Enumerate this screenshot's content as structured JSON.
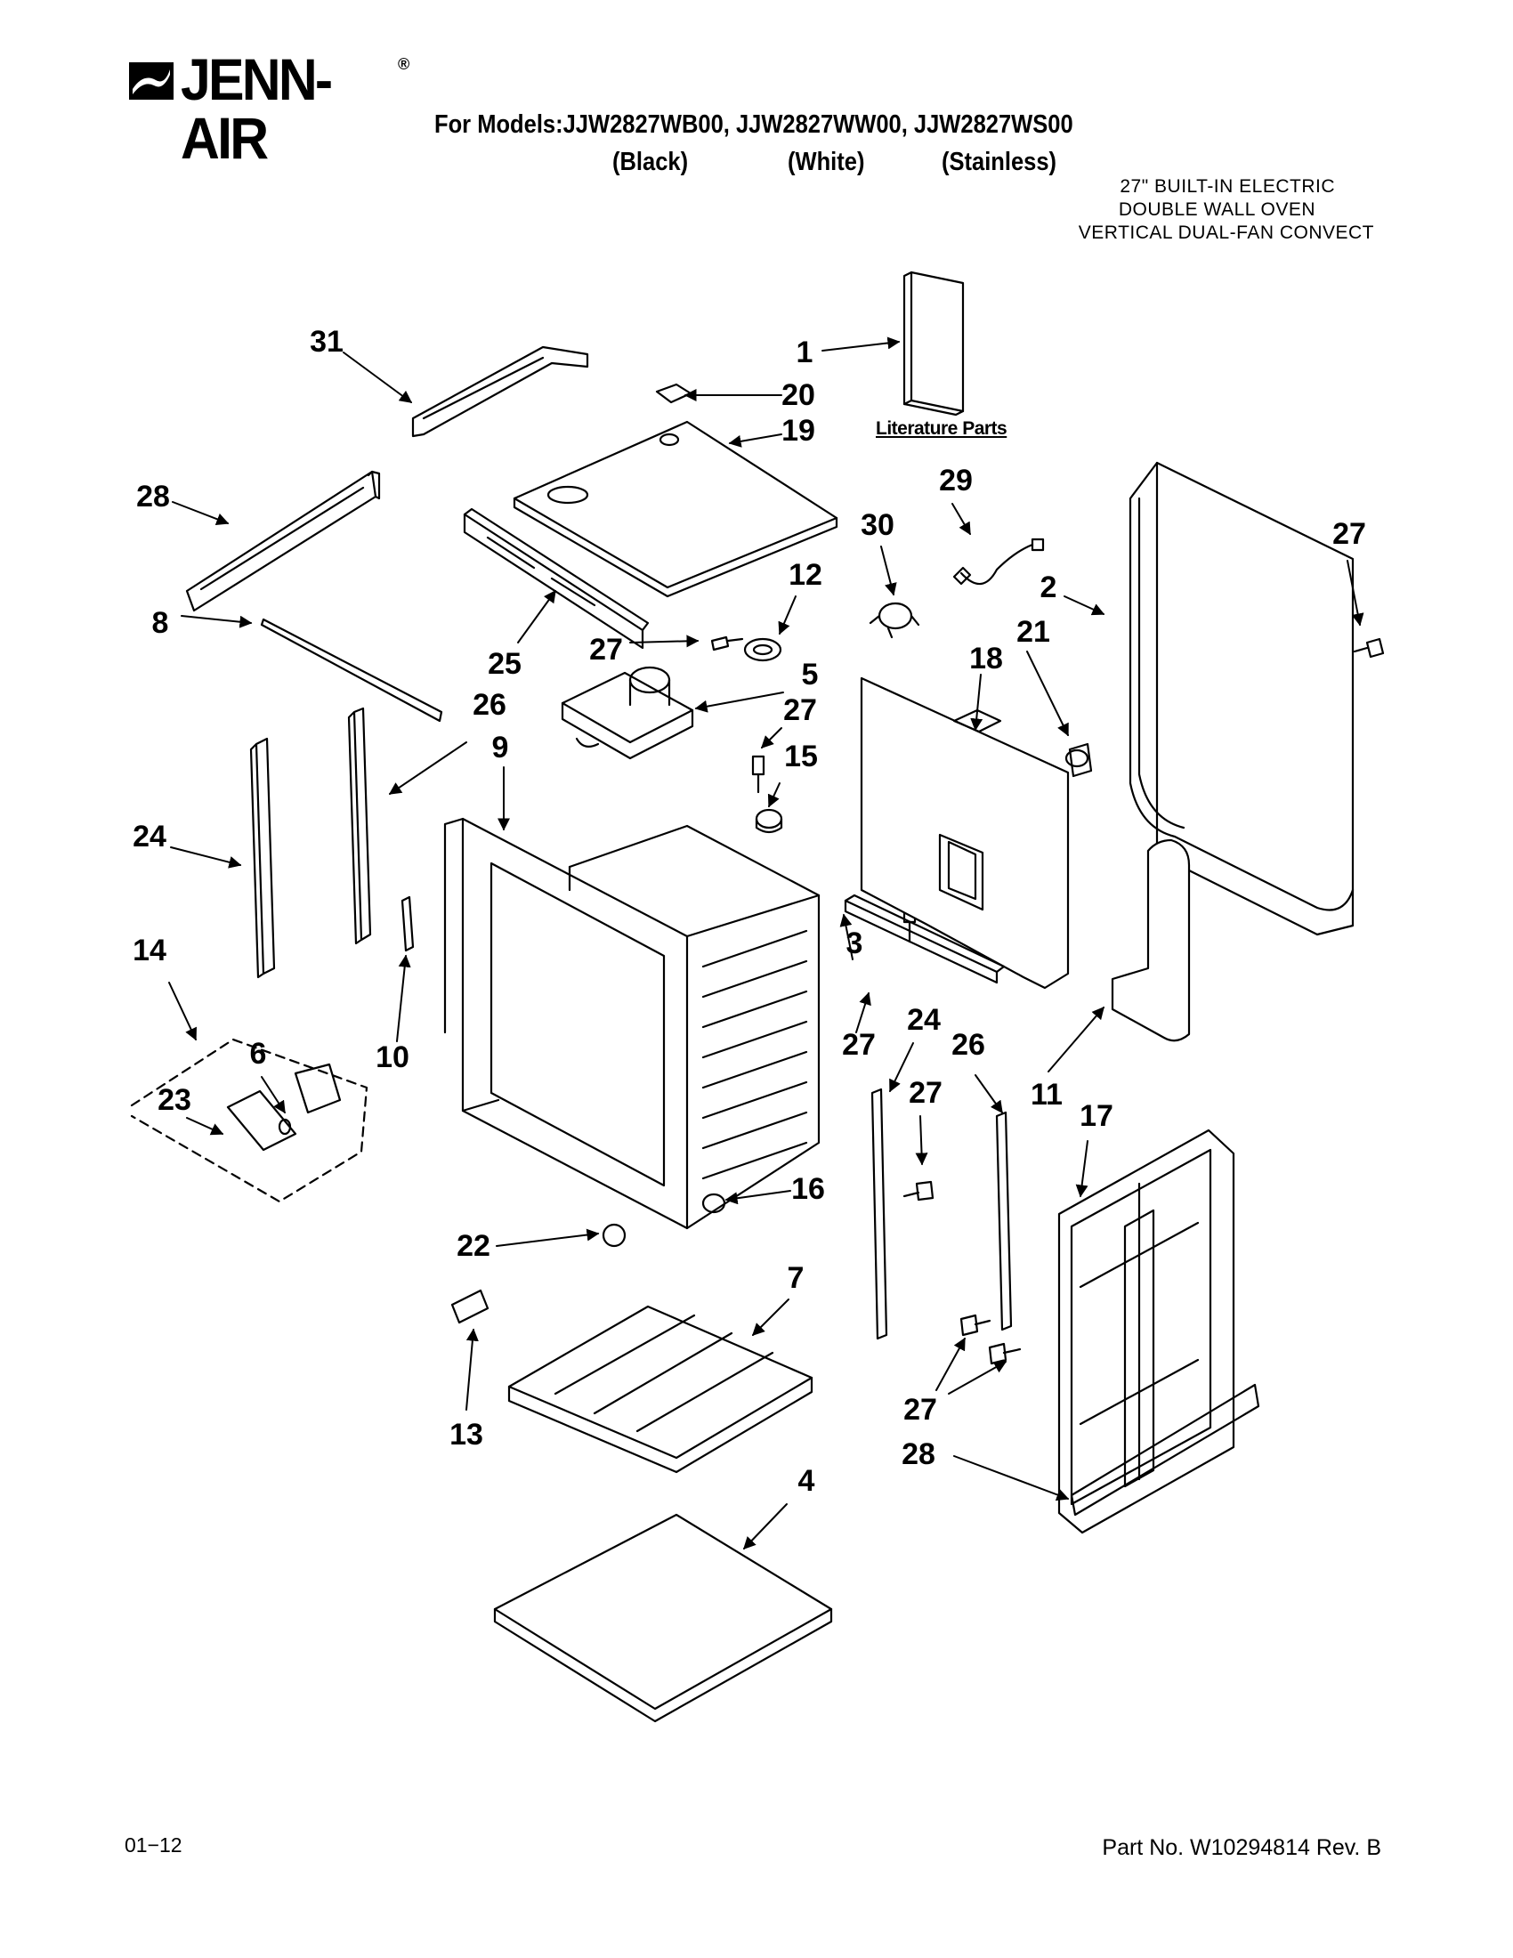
{
  "brand": {
    "name": "JENN-AIR",
    "registered_mark": "®"
  },
  "header": {
    "models": "For Models:JJW2827WB00, JJW2827WW00, JJW2827WS00",
    "colors": [
      "(Black)",
      "(White)",
      "(Stainless)"
    ],
    "description_lines": [
      "27\" BUILT-IN ELECTRIC",
      "DOUBLE WALL OVEN",
      "VERTICAL DUAL-FAN CONVECT"
    ]
  },
  "literature_label": "Literature Parts",
  "callouts": [
    "1",
    "2",
    "3",
    "4",
    "5",
    "6",
    "7",
    "8",
    "9",
    "10",
    "11",
    "12",
    "13",
    "14",
    "15",
    "16",
    "17",
    "18",
    "19",
    "20",
    "21",
    "22",
    "23",
    "24",
    "25",
    "26",
    "27",
    "28",
    "29",
    "30",
    "31"
  ],
  "callout_labels": [
    "31",
    "1",
    "20",
    "19",
    "28",
    "29",
    "30",
    "27",
    "2",
    "12",
    "8",
    "27",
    "25",
    "5",
    "18",
    "21",
    "27",
    "26",
    "9",
    "15",
    "24",
    "3",
    "14",
    "27",
    "6",
    "24",
    "26",
    "10",
    "23",
    "27",
    "11",
    "17",
    "16",
    "22",
    "7",
    "13",
    "27",
    "28",
    "4"
  ],
  "footer": {
    "date_code": "01−12",
    "part_number": "Part No. W10294814 Rev. B"
  }
}
